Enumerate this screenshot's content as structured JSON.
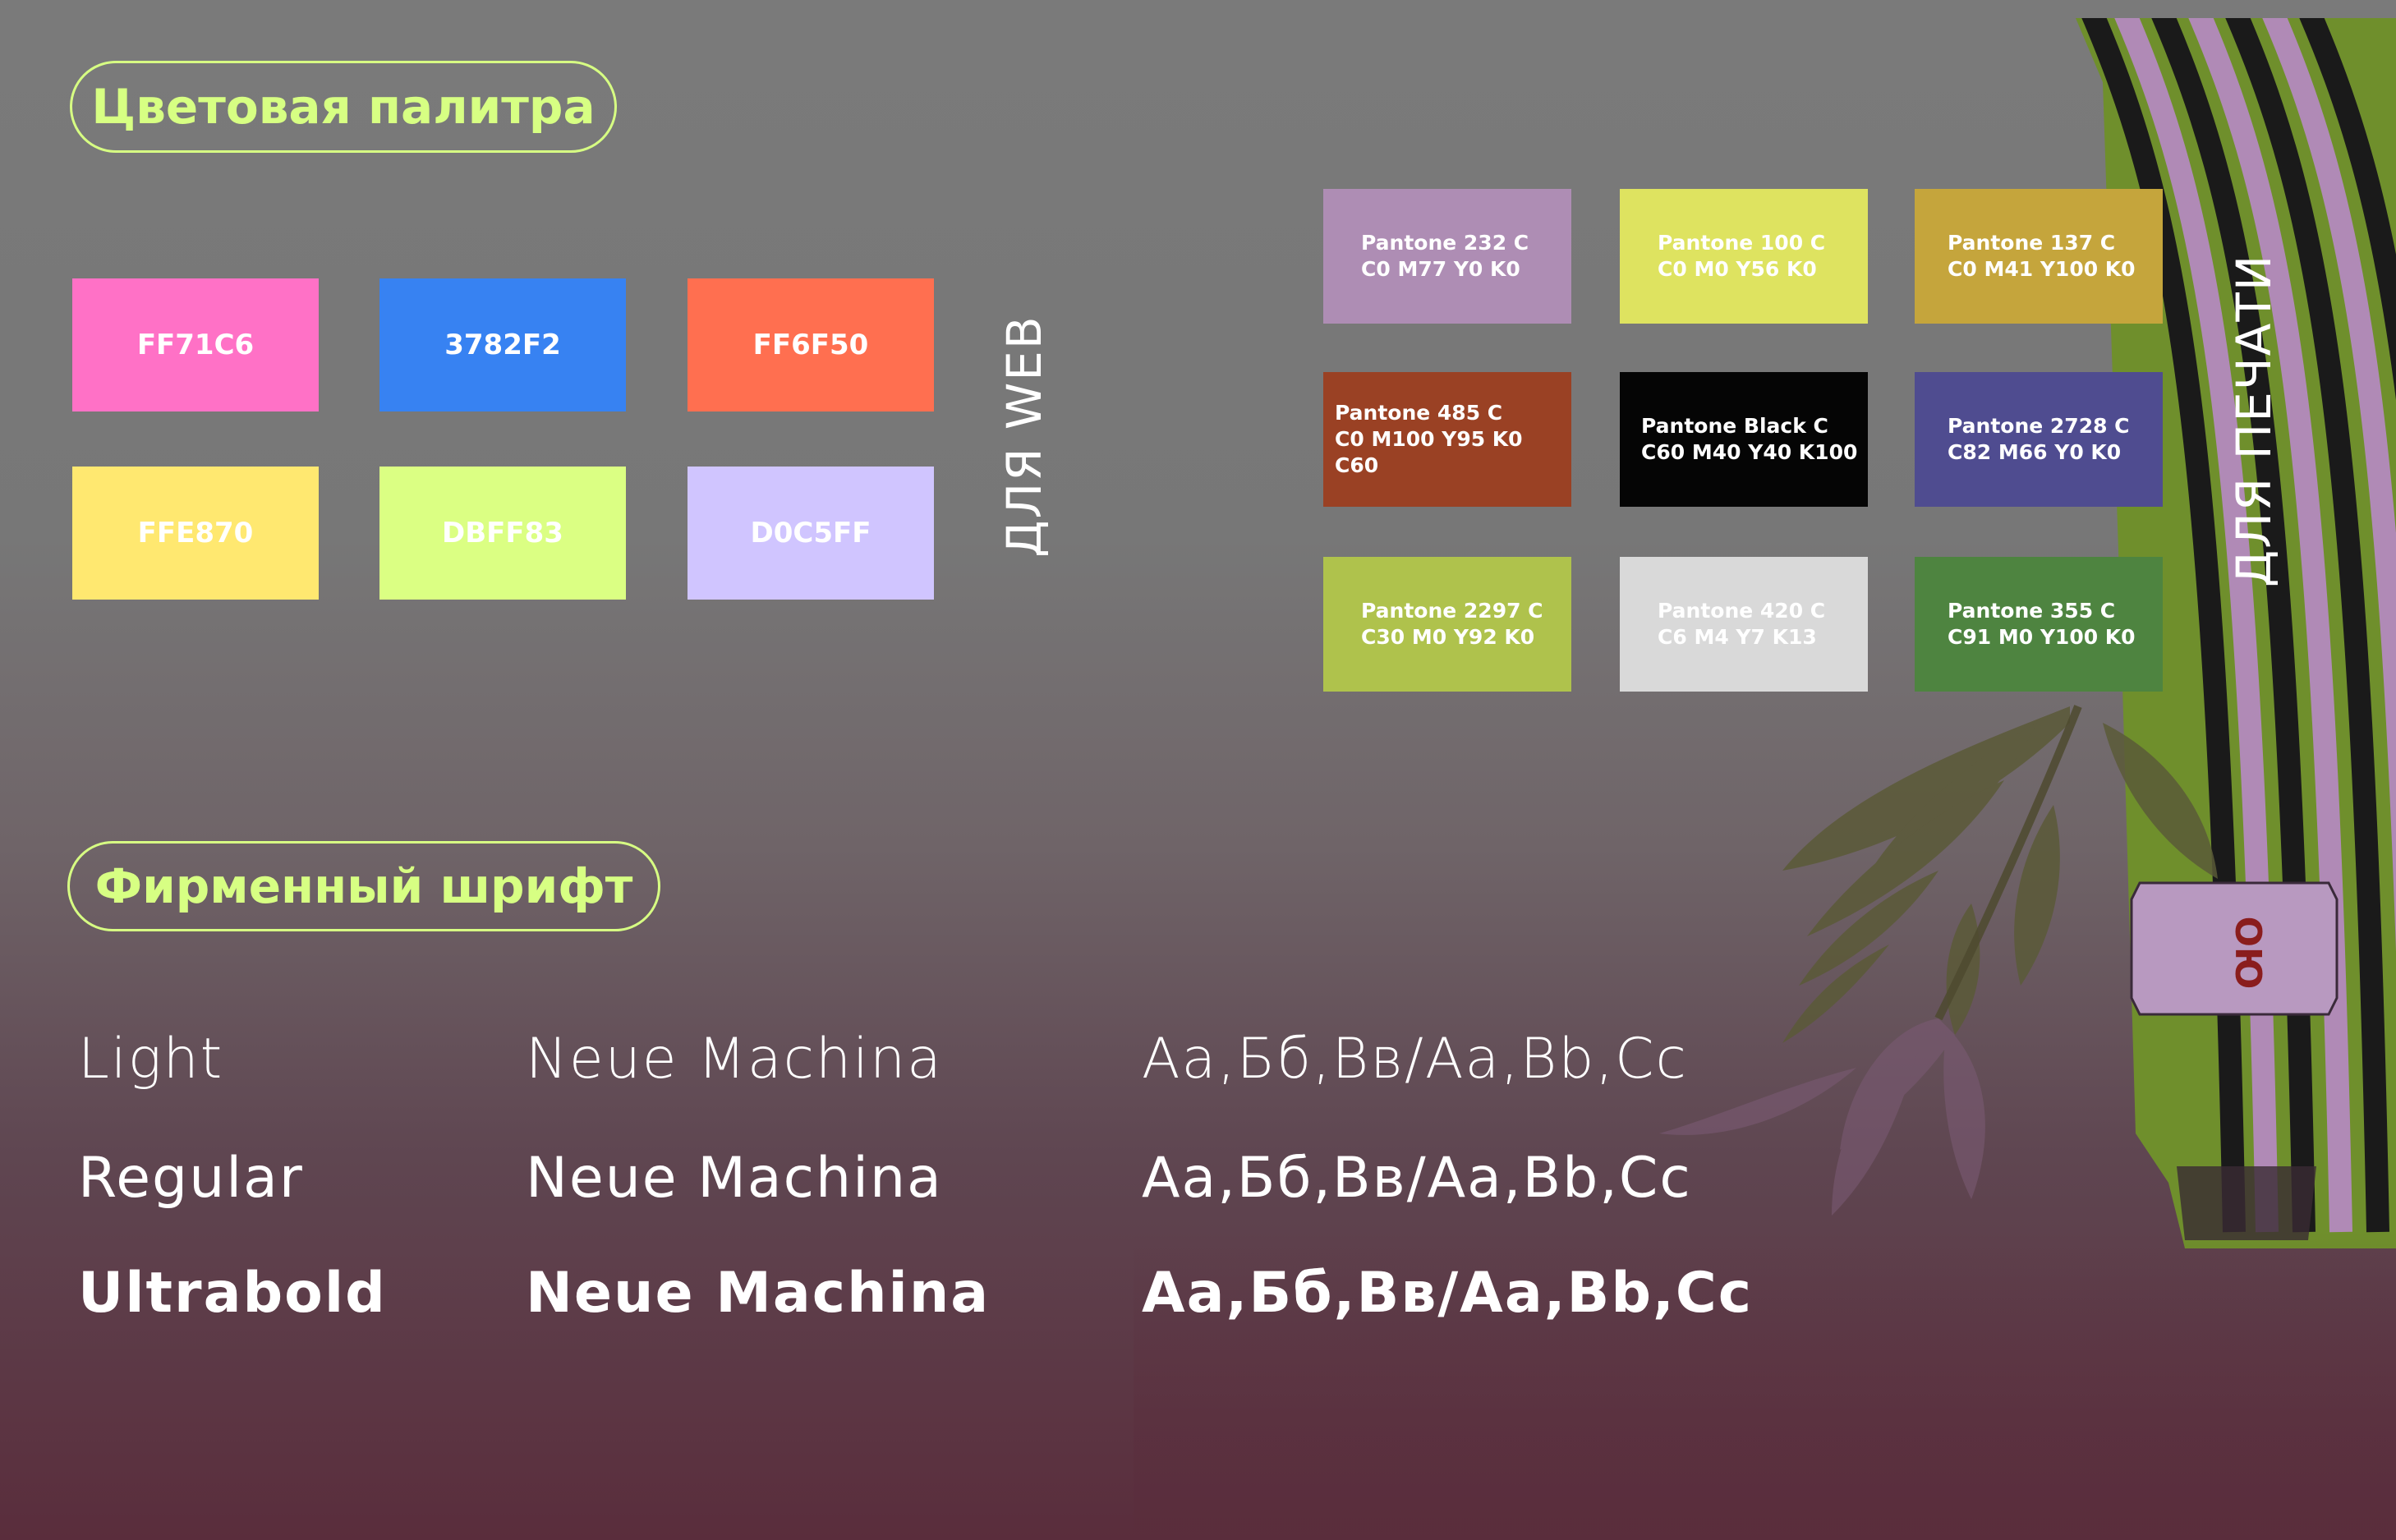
{
  "palette_title": "Цветовая палитра",
  "web_label": "ДЛЯ WEB",
  "web_colors": [
    {
      "label": "FF71C6",
      "color": "#FF71C6"
    },
    {
      "label": "3782F2",
      "color": "#3782F2"
    },
    {
      "label": "FF6F50",
      "color": "#FF6F50"
    },
    {
      "label": "FFE870",
      "color": "#FFE870"
    },
    {
      "label": "DBFF83",
      "color": "#DBFF83"
    },
    {
      "label": "D0C5FF",
      "color": "#D0C5FF"
    }
  ],
  "print_label": "ДЛЯ ПЕЧАТИ",
  "print_colors": [
    {
      "name": "Pantone 232 C",
      "cmyk": "C0 M77 Y0 K0",
      "color": "#AE8DB4"
    },
    {
      "name": "Pantone 100 C",
      "cmyk": "C0 M0 Y56 K0",
      "color": "#DEE360"
    },
    {
      "name": "Pantone 137 C",
      "cmyk": "C0 M41 Y100 K0",
      "color": "#C5A53C"
    },
    {
      "name": "Pantone 485 C",
      "cmyk": "C0 M100 Y95 K0 C60",
      "color": "#9A4124"
    },
    {
      "name": "Pantone Black C",
      "cmyk": "C60 M40 Y40 K100",
      "color": "#050505"
    },
    {
      "name": "Pantone 2728 C",
      "cmyk": "C82 M66 Y0 K0",
      "color": "#4F4C90"
    },
    {
      "name": "Pantone 2297 C",
      "cmyk": "C30 M0 Y92 K0",
      "color": "#AFC24C"
    },
    {
      "name": "Pantone 420 C",
      "cmyk": "C6 M4 Y7 K13",
      "color": "#D9D9D9"
    },
    {
      "name": "Pantone 355 C",
      "cmyk": "C91 M0 Y100 K0",
      "color": "#4E8440"
    }
  ],
  "font_title": "Фирменный шрифт",
  "font_rows": [
    {
      "weight": "Light",
      "family": "Neue Machina",
      "sample": "Аа,Бб,Вв/Аа,Bb,Cc"
    },
    {
      "weight": "Regular",
      "family": "Neue Machina",
      "sample": "Аа,Бб,Вв/Аа,Bb,Cc"
    },
    {
      "weight": "Ultrabold",
      "family": "Neue Machina",
      "sample": "Аа,Бб,Вв/Аа,Bb,Cc"
    }
  ],
  "product_label_text": "ОЮ",
  "colors": {
    "accent": "#D7FF83",
    "text": "#FFFFFF"
  }
}
